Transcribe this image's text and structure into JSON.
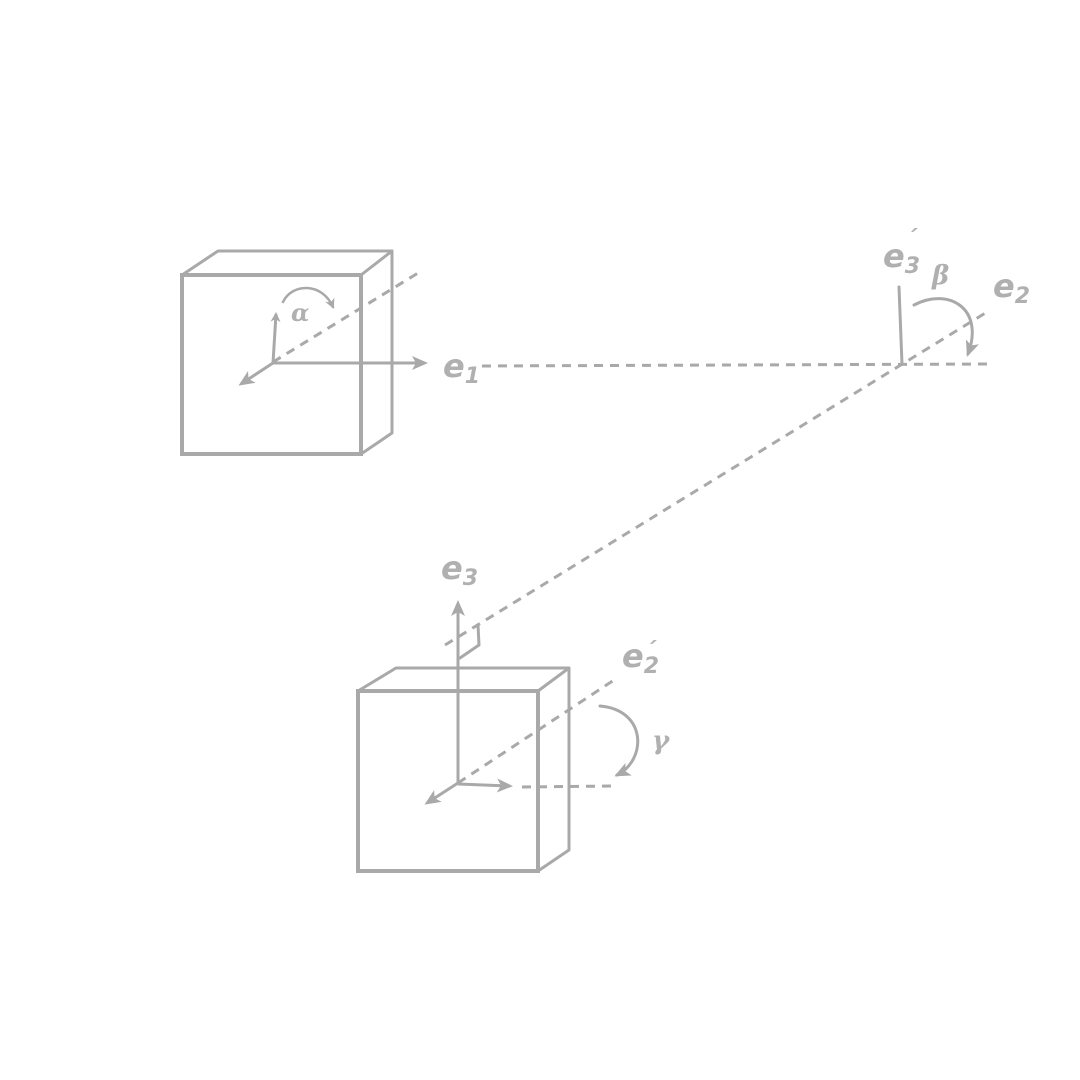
{
  "colors": {
    "stroke": "#a9a9a9",
    "label": "#b0b0b0",
    "background": "#ffffff"
  },
  "labels": {
    "e1": {
      "base": "e",
      "sub": "1",
      "prime": ""
    },
    "e2": {
      "base": "e",
      "sub": "2",
      "prime": ""
    },
    "e3": {
      "base": "e",
      "sub": "3",
      "prime": ""
    },
    "e3_prime": {
      "base": "e",
      "sub": "3",
      "prime": "´"
    },
    "e2_prime": {
      "base": "e",
      "sub": "2",
      "prime": "´"
    }
  },
  "angles": {
    "alpha": "α",
    "beta": "β",
    "gamma": "γ"
  }
}
